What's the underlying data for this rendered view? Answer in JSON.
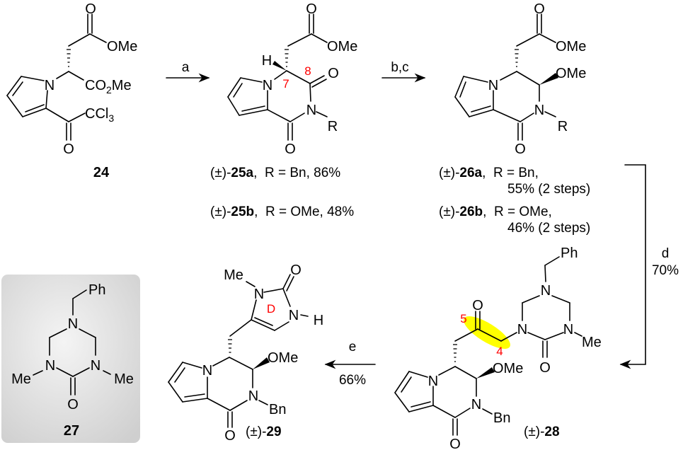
{
  "compounds": {
    "c24": {
      "number": "24",
      "atoms": [
        "O",
        "OMe",
        "N",
        "CO",
        "2",
        "Me",
        "CCl",
        "3",
        "O"
      ]
    },
    "c25": {
      "atoms": [
        "O",
        "OMe",
        "H",
        "N",
        "O",
        "N",
        "R",
        "O"
      ],
      "locants": [
        "7",
        "8"
      ],
      "entries": [
        {
          "prefix": "(±)-",
          "id": "25a",
          "text": ",  R = Bn, 86%"
        },
        {
          "prefix": "(±)-",
          "id": "25b",
          "text": ",  R = OMe, 48%"
        }
      ]
    },
    "c26": {
      "atoms": [
        "O",
        "OMe",
        "N",
        "OMe",
        "N",
        "R",
        "O"
      ],
      "entries": [
        {
          "prefix": "(±)-",
          "id": "26a",
          "text": ",  R = Bn,",
          "yield": "55% (2 steps)"
        },
        {
          "prefix": "(±)-",
          "id": "26b",
          "text": ",  R = OMe,",
          "yield": "46% (2 steps)"
        }
      ]
    },
    "c27": {
      "number": "27",
      "atoms": [
        "Ph",
        "N",
        "N",
        "N",
        "Me",
        "Me",
        "O"
      ]
    },
    "c28": {
      "prefix": "(±)-",
      "number": "28",
      "atoms": [
        "Ph",
        "N",
        "N",
        "N",
        "Me",
        "O",
        "O",
        "N",
        "OMe",
        "N",
        "Bn",
        "O"
      ],
      "locants": [
        "5",
        "4"
      ]
    },
    "c29": {
      "prefix": "(±)-",
      "number": "29",
      "atoms": [
        "Me",
        "N",
        "O",
        "N",
        "H",
        "N",
        "OMe",
        "N",
        "Bn",
        "O"
      ],
      "ring_label": "D"
    }
  },
  "steps": {
    "a": {
      "label": "a"
    },
    "bc": {
      "label": "b,c"
    },
    "d": {
      "label": "d",
      "yield": "70%"
    },
    "e": {
      "label": "e",
      "yield": "66%"
    }
  },
  "colors": {
    "highlight": "#ffff00",
    "locant": "#ff0000",
    "box": "#d9d9d9"
  }
}
